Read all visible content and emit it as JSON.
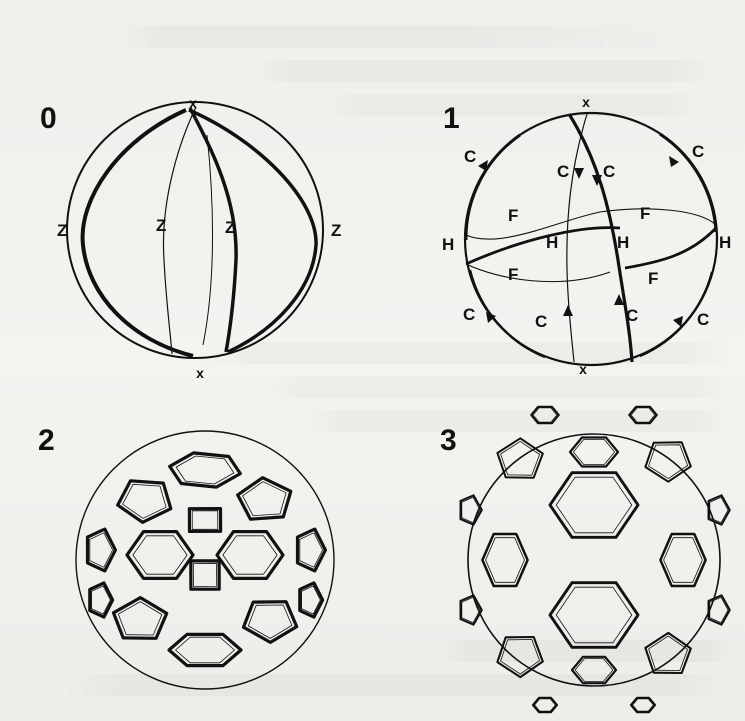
{
  "figure": {
    "background_color": "#f3f1ee",
    "ink_color": "#111111",
    "panels": [
      {
        "number": "0",
        "labels": {
          "top": "x",
          "bottom": "x",
          "left": "Z",
          "inner_left": "Z",
          "inner_right": "Z",
          "right": "Z"
        }
      },
      {
        "number": "1",
        "labels": {
          "top": "x",
          "bottom": "x",
          "c_upper_left": "C",
          "c_upper_mid_left": "C",
          "c_upper_mid_right": "C",
          "c_upper_right": "C",
          "h_left": "H",
          "h_inner_left": "H",
          "h_inner_right": "H",
          "h_right": "H",
          "f_upper_left": "F",
          "f_upper_right": "F",
          "f_lower_left": "F",
          "f_lower_right": "F",
          "c_lower_left": "C",
          "c_lower_mid_left": "C",
          "c_lower_mid_right": "C",
          "c_lower_right": "C"
        }
      },
      {
        "number": "2",
        "pattern": "distorted polygonal cell network on sphere"
      },
      {
        "number": "3",
        "pattern": "hexagon and pentagon cell network on sphere"
      }
    ]
  }
}
